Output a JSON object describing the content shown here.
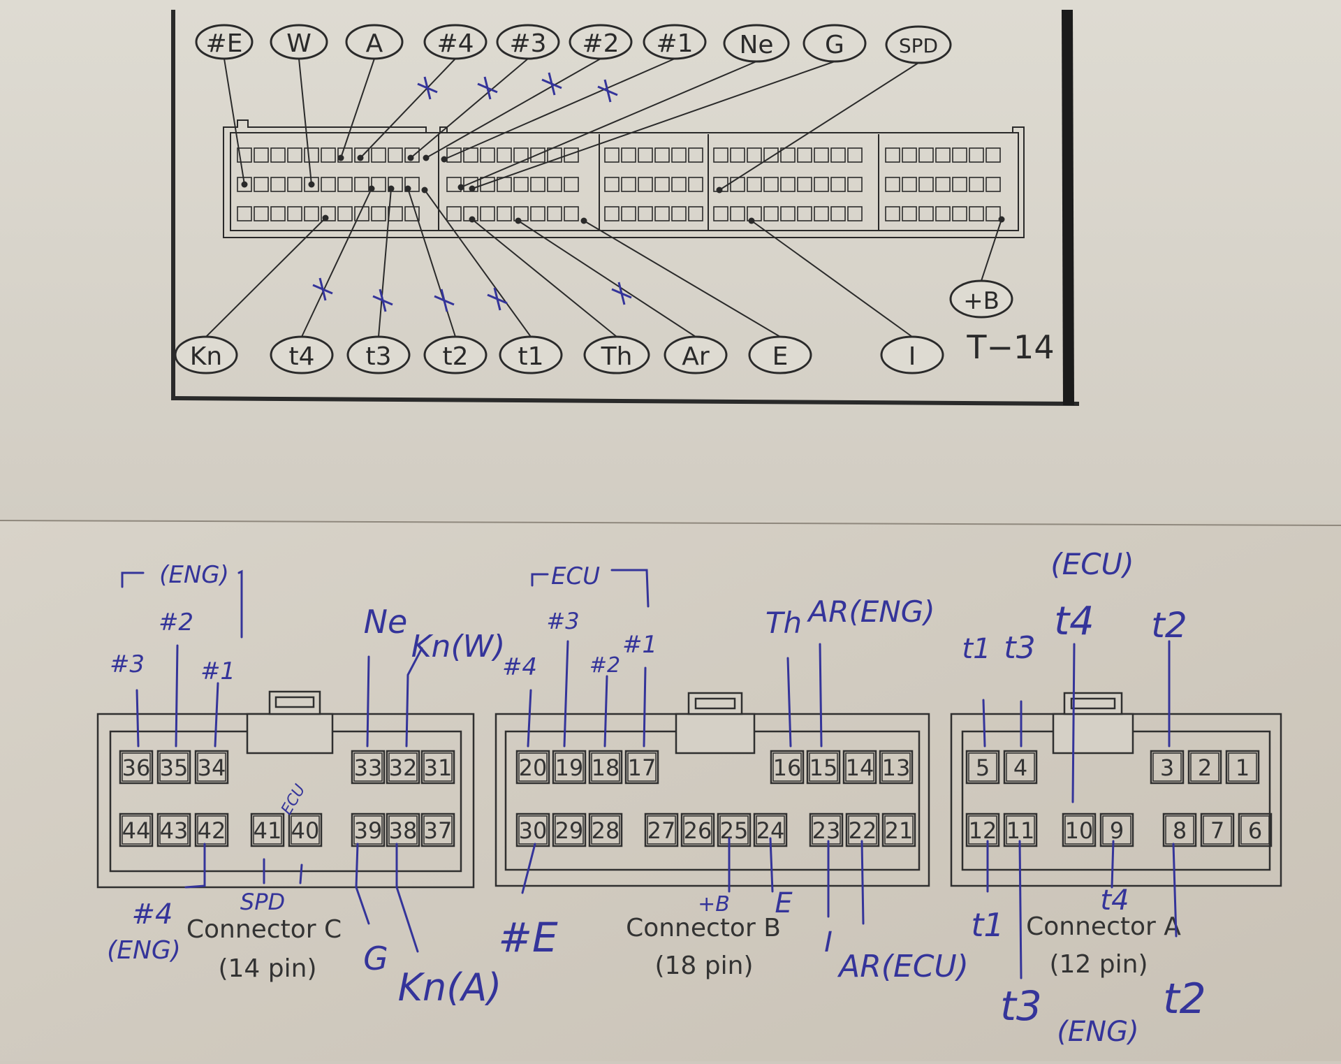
{
  "colors": {
    "paper_top": "#d7d3ca",
    "paper_bottom": "#d4cec4",
    "ink": "#2a2a2a",
    "pen": "#34349a"
  },
  "top_diagram": {
    "top_labels": [
      "#E",
      "W",
      "A",
      "#4",
      "#3",
      "#2",
      "#1",
      "Ne",
      "G",
      "SPD"
    ],
    "bottom_labels": [
      "Kn",
      "t4",
      "t3",
      "t2",
      "t1",
      "Th",
      "Ar",
      "E",
      "I"
    ],
    "plus_b_label": "+B",
    "ecu_label": "T−14"
  },
  "connectors": [
    {
      "name": "Connector C",
      "pins_label": "(14 pin)",
      "top_pins": [
        "36",
        "35",
        "34",
        "33",
        "32",
        "31"
      ],
      "bottom_pins": [
        "44",
        "43",
        "42",
        "41",
        "40",
        "39",
        "38",
        "37"
      ]
    },
    {
      "name": "Connector B",
      "pins_label": "(18 pin)",
      "top_pins": [
        "20",
        "19",
        "18",
        "17",
        "16",
        "15",
        "14",
        "13"
      ],
      "bottom_pins": [
        "30",
        "29",
        "28",
        "27",
        "26",
        "25",
        "24",
        "23",
        "22",
        "21"
      ]
    },
    {
      "name": "Connector A",
      "pins_label": "(12 pin)",
      "top_pins": [
        "5",
        "4",
        "3",
        "2",
        "1"
      ],
      "bottom_pins": [
        "12",
        "11",
        "10",
        "9",
        "8",
        "7",
        "6"
      ]
    }
  ],
  "handwritten": {
    "c_eng": "(ENG)",
    "c_36": "#3",
    "c_35": "#2",
    "c_34": "#1",
    "c_33": "Ne",
    "c_32": "Kn(W)",
    "c_40": "ECU",
    "c_42": "#4",
    "c_42b": "(ENG)",
    "c_41": "SPD",
    "c_39": "G",
    "c_38": "Kn(A)",
    "b_ecu": "ECU",
    "b_20": "#4",
    "b_19": "#3",
    "b_18": "#2",
    "b_17": "#1",
    "b_16": "Th",
    "b_15": "AR(ENG)",
    "b_30": "#E",
    "b_25": "+B",
    "b_24": "E",
    "b_23": "I",
    "b_22": "AR(ECU)",
    "a_ecu": "(ECU)",
    "a_5": "t1",
    "a_4": "t3",
    "a_10": "t4",
    "a_3": "t2",
    "a_12": "t1",
    "a_11": "t3",
    "a_9": "t4",
    "a_8": "t2",
    "a_eng": "(ENG)"
  }
}
